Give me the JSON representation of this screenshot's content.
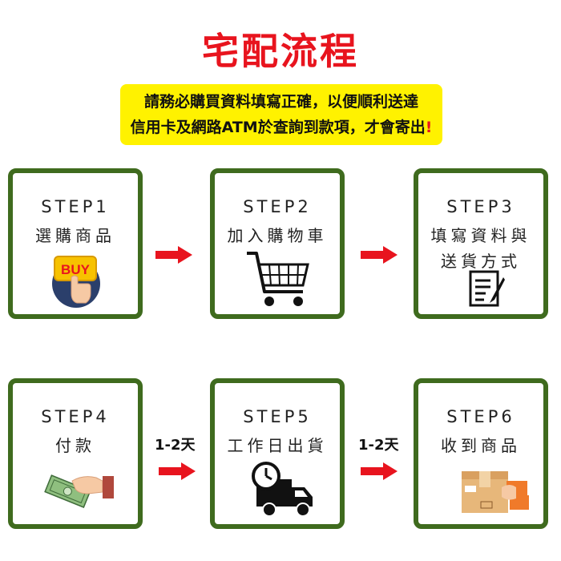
{
  "title": "宅配流程",
  "notice": {
    "line1": "請務必購買資料填寫正確，以便順利送達",
    "line2_prefix": "信用卡及網路ATM於查詢到款項，才會寄出",
    "line2_suffix": "!"
  },
  "steps": [
    {
      "label": "STEP1",
      "desc": "選購商品",
      "icon": "buy-button-icon",
      "icon_text": "BUY"
    },
    {
      "label": "STEP2",
      "desc": "加入購物車",
      "icon": "shopping-cart-icon"
    },
    {
      "label": "STEP3",
      "desc_line1": "填寫資料與",
      "desc_line2": "送貨方式",
      "icon": "form-pen-icon"
    },
    {
      "label": "STEP4",
      "desc": "付款",
      "icon": "cash-payment-icon"
    },
    {
      "label": "STEP5",
      "desc": "工作日出貨",
      "icon": "delivery-truck-icon"
    },
    {
      "label": "STEP6",
      "desc": "收到商品",
      "icon": "package-box-icon"
    }
  ],
  "durations": [
    "1-2天",
    "1-2天"
  ],
  "colors": {
    "title": "#e8141e",
    "notice_bg": "#fff200",
    "card_border": "#3f6b1e",
    "arrow": "#e8141e"
  }
}
